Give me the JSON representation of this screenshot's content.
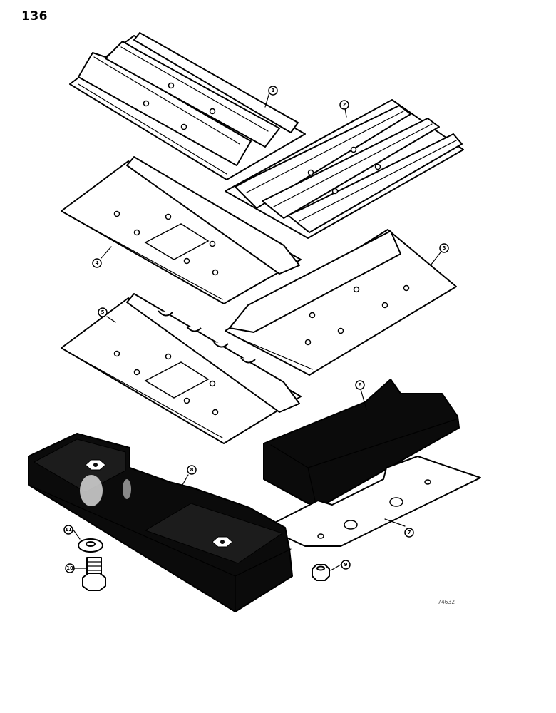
{
  "page": {
    "number": "136",
    "stamp": "74632"
  },
  "callouts": [
    "1",
    "2",
    "3",
    "4",
    "5",
    "6",
    "7",
    "8",
    "9",
    "10",
    "11"
  ]
}
